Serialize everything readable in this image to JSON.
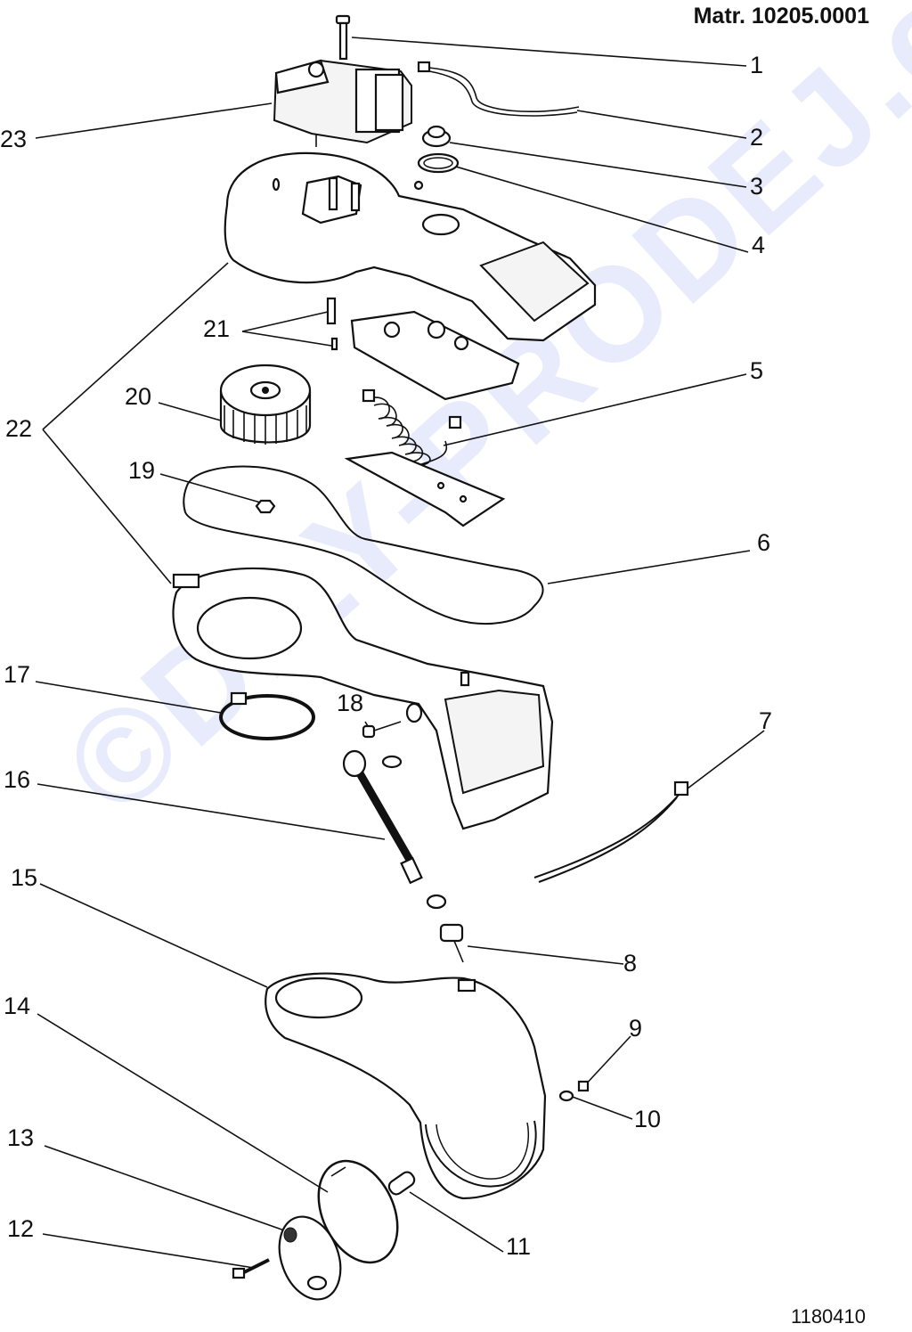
{
  "header": {
    "material": "Matr. 10205.0001"
  },
  "footer": {
    "drawing_number": "1180410"
  },
  "watermark": {
    "text": "©DILY-PRODEJ.cz"
  },
  "callouts": [
    "1",
    "2",
    "3",
    "4",
    "5",
    "6",
    "7",
    "8",
    "9",
    "10",
    "11",
    "12",
    "13",
    "14",
    "15",
    "16",
    "17",
    "18",
    "19",
    "20",
    "21",
    "22",
    "23"
  ]
}
